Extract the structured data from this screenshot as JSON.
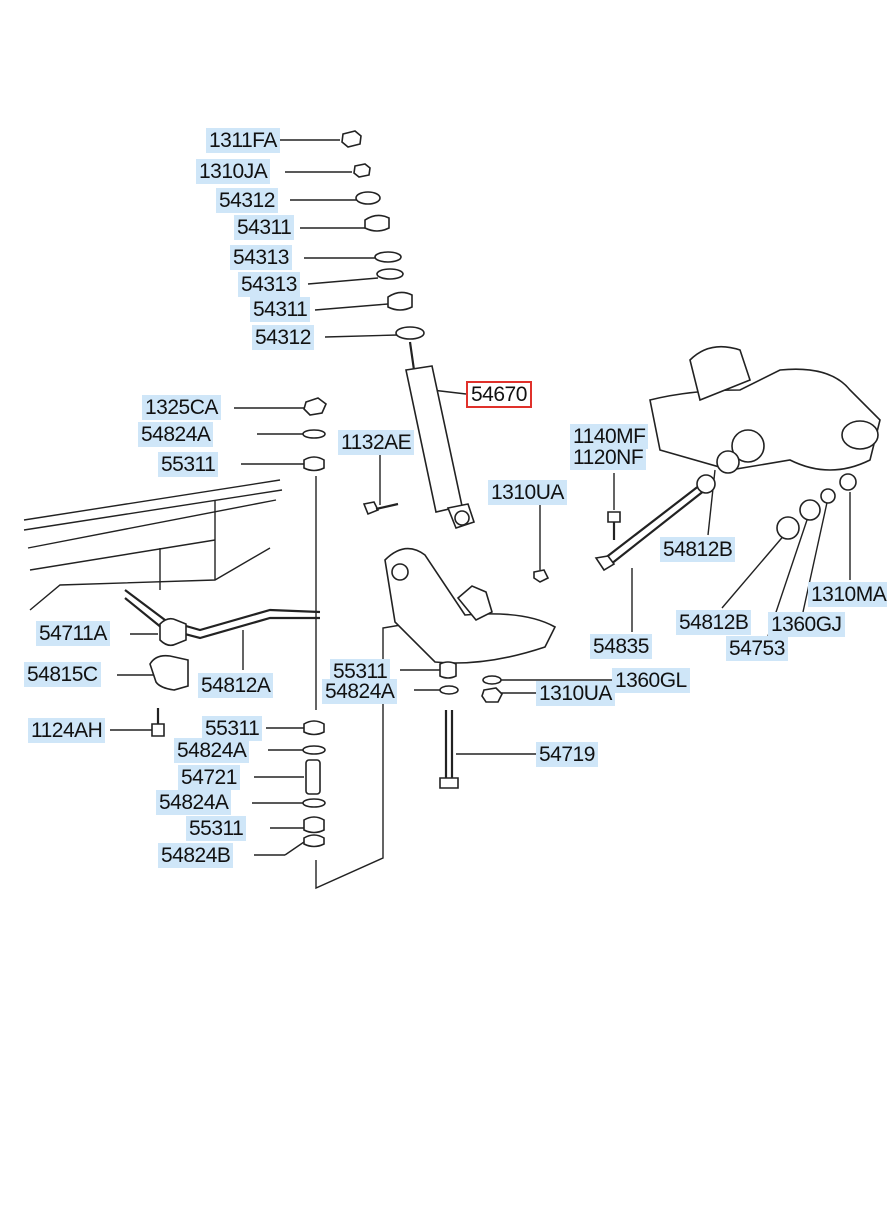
{
  "labels": {
    "l_1311FA": "1311FA",
    "l_1310JA": "1310JA",
    "l_54312_top": "54312",
    "l_54311_top": "54311",
    "l_54313_a": "54313",
    "l_54313_b": "54313",
    "l_54311_mid": "54311",
    "l_54312_mid": "54312",
    "l_54670": "54670",
    "l_1325CA": "1325CA",
    "l_54824A_1": "54824A",
    "l_55311_1": "55311",
    "l_1132AE": "1132AE",
    "l_1140MF": "1140MF",
    "l_1120NF": "1120NF",
    "l_1310UA_top": "1310UA",
    "l_54812B_1": "54812B",
    "l_1310MA": "1310MA",
    "l_54812B_2": "54812B",
    "l_1360GJ": "1360GJ",
    "l_54753": "54753",
    "l_54835": "54835",
    "l_54711A": "54711A",
    "l_54815C": "54815C",
    "l_54812A": "54812A",
    "l_55311_2": "55311",
    "l_54824A_2": "54824A",
    "l_1360GL": "1360GL",
    "l_1310UA_bot": "1310UA",
    "l_1124AH": "1124AH",
    "l_55311_3": "55311",
    "l_54824A_3": "54824A",
    "l_54721": "54721",
    "l_54824A_4": "54824A",
    "l_55311_4": "55311",
    "l_54824B": "54824B",
    "l_54719": "54719"
  },
  "highlight_color": "#e0312b",
  "label_bg_color": "#cfe6f8"
}
